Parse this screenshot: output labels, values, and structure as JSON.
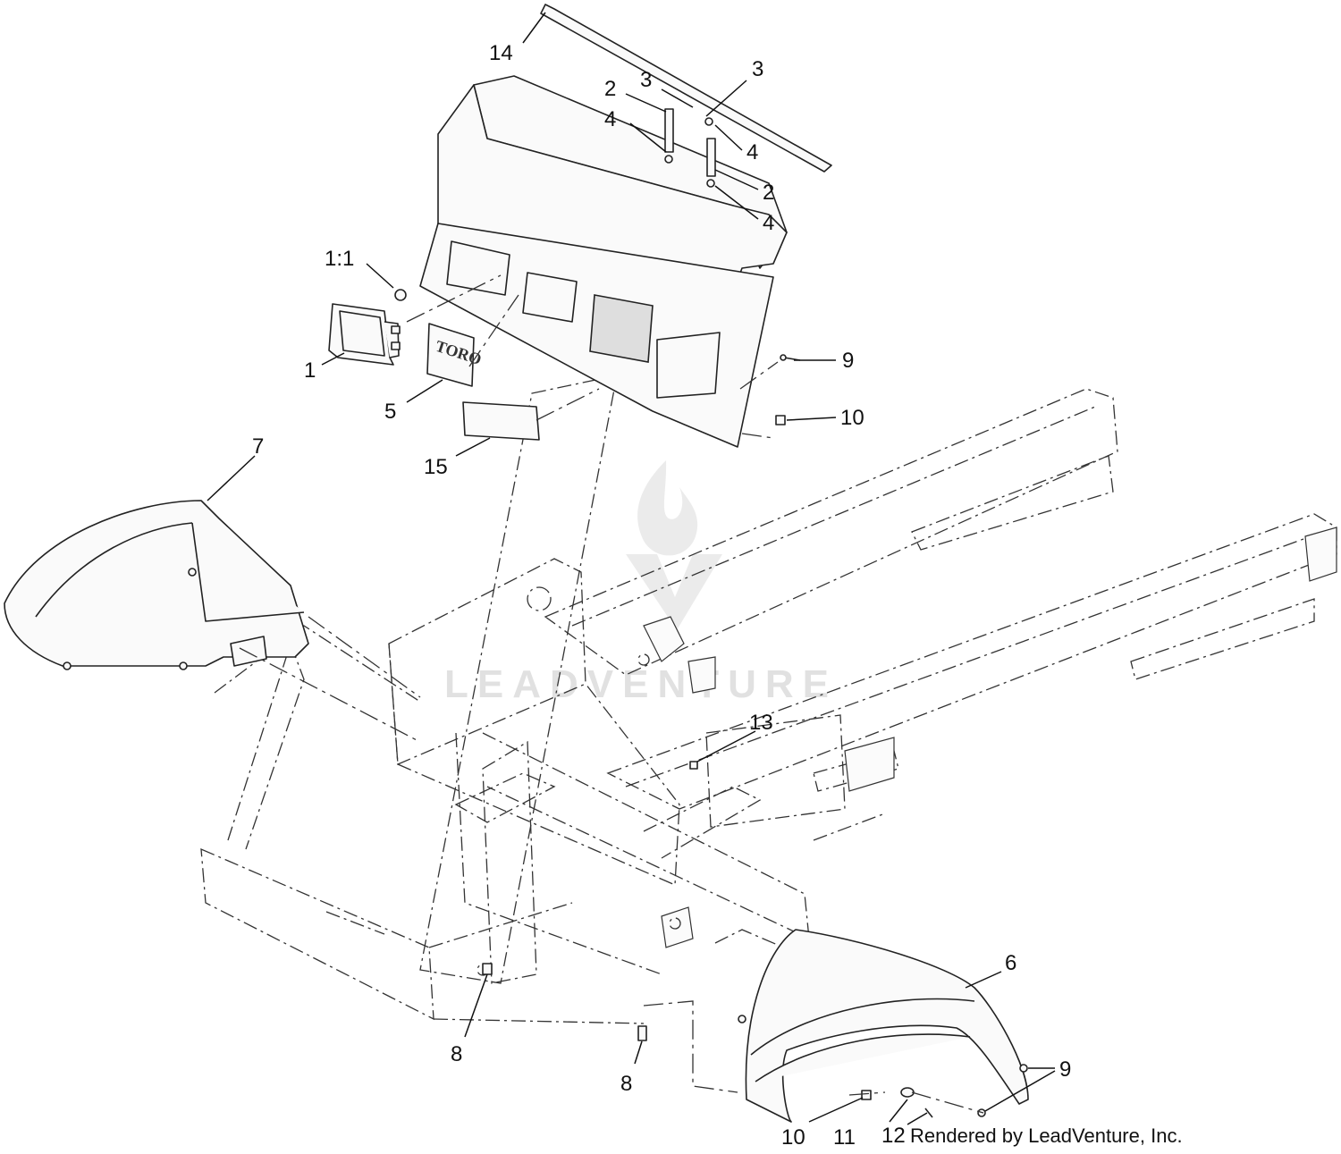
{
  "diagram": {
    "callouts": [
      {
        "id": "c14",
        "text": "14"
      },
      {
        "id": "c3a",
        "text": "3"
      },
      {
        "id": "c3b",
        "text": "3"
      },
      {
        "id": "c2a",
        "text": "2"
      },
      {
        "id": "c4a",
        "text": "4"
      },
      {
        "id": "c4b",
        "text": "4"
      },
      {
        "id": "c2b",
        "text": "2"
      },
      {
        "id": "c4c",
        "text": "4"
      },
      {
        "id": "c11",
        "text": "1:1"
      },
      {
        "id": "c1",
        "text": "1"
      },
      {
        "id": "c5",
        "text": "5"
      },
      {
        "id": "c9a",
        "text": "9"
      },
      {
        "id": "c10a",
        "text": "10"
      },
      {
        "id": "c15",
        "text": "15"
      },
      {
        "id": "c7",
        "text": "7"
      },
      {
        "id": "c13",
        "text": "13"
      },
      {
        "id": "c6",
        "text": "6"
      },
      {
        "id": "c8a",
        "text": "8"
      },
      {
        "id": "c8b",
        "text": "8"
      },
      {
        "id": "c9b",
        "text": "9"
      },
      {
        "id": "c10b",
        "text": "10"
      },
      {
        "id": "c11b",
        "text": "11"
      },
      {
        "id": "c12",
        "text": "12"
      }
    ],
    "credit": "Rendered by LeadVenture, Inc.",
    "brand_plate": "TORO",
    "watermark": "LEADVENTURE"
  }
}
